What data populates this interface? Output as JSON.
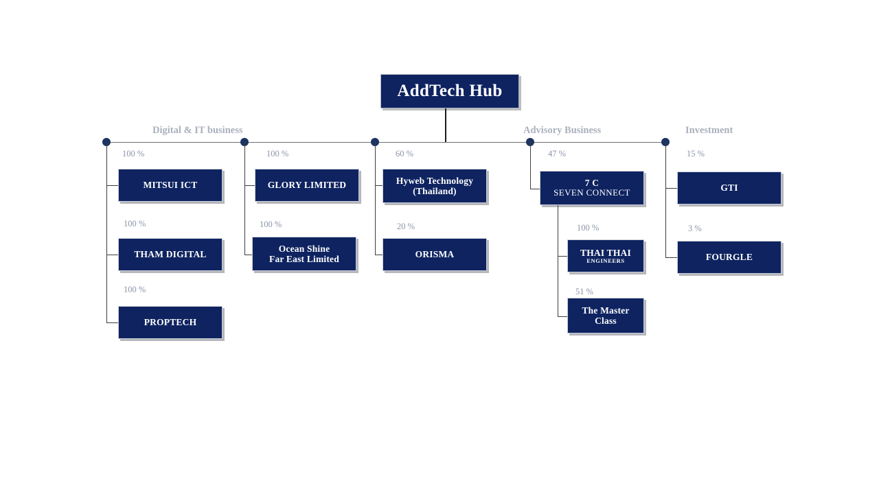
{
  "chart_data": {
    "type": "diagram",
    "title": "AddTech Hub",
    "diagram_kind": "organization-ownership-chart",
    "root": {
      "label": "AddTech Hub"
    },
    "categories": [
      {
        "id": "digital-it",
        "label": "Digital & IT business"
      },
      {
        "id": "advisory",
        "label": "Advisory Business"
      },
      {
        "id": "investment",
        "label": "Investment"
      }
    ],
    "branches": [
      {
        "id": "branch-1",
        "category": "digital-it",
        "nodes": [
          {
            "id": "mitsui-ict",
            "line1": "MITSUI ICT",
            "line2": "",
            "percent": "100 %"
          },
          {
            "id": "tham-digital",
            "line1": "THAM DIGITAL",
            "line2": "",
            "percent": "100 %"
          },
          {
            "id": "proptech",
            "line1": "PROPTECH",
            "line2": "",
            "percent": "100 %"
          }
        ]
      },
      {
        "id": "branch-2",
        "category": "digital-it",
        "nodes": [
          {
            "id": "glory-limited",
            "line1": "GLORY LIMITED",
            "line2": "",
            "percent": "100 %"
          },
          {
            "id": "ocean-shine",
            "line1": "Ocean Shine",
            "line2": "Far East Limited",
            "percent": "100 %"
          }
        ]
      },
      {
        "id": "branch-3",
        "category": "digital-it",
        "nodes": [
          {
            "id": "hyweb-technology",
            "line1": "Hyweb Technology",
            "line2": "(Thailand)",
            "percent": "60 %"
          },
          {
            "id": "orisma",
            "line1": "ORISMA",
            "line2": "",
            "percent": "20 %"
          }
        ]
      },
      {
        "id": "branch-4",
        "category": "advisory",
        "nodes": [
          {
            "id": "seven-connect",
            "line1": "7 C",
            "line2": "SEVEN CONNECT",
            "percent": "47 %"
          }
        ],
        "children": [
          {
            "id": "thai-thai",
            "line1": "THAI THAI",
            "line2": "ENGINEERS",
            "percent": "100 %"
          },
          {
            "id": "the-master-class",
            "line1": "The Master",
            "line2": "Class",
            "percent": "51 %"
          }
        ]
      },
      {
        "id": "branch-5",
        "category": "investment",
        "nodes": [
          {
            "id": "gti",
            "line1": "GTI",
            "line2": "",
            "percent": "15 %"
          },
          {
            "id": "fourgle",
            "line1": "FOURGLE",
            "line2": "",
            "percent": "3 %"
          }
        ]
      }
    ],
    "colors": {
      "node_fill": "#0e2360",
      "node_text": "#ffffff",
      "dot": "#1d3461",
      "category_label": "#aab0bd",
      "percent_label": "#8a94a8",
      "connector": "#3d3d3d",
      "background": "#ffffff"
    }
  }
}
